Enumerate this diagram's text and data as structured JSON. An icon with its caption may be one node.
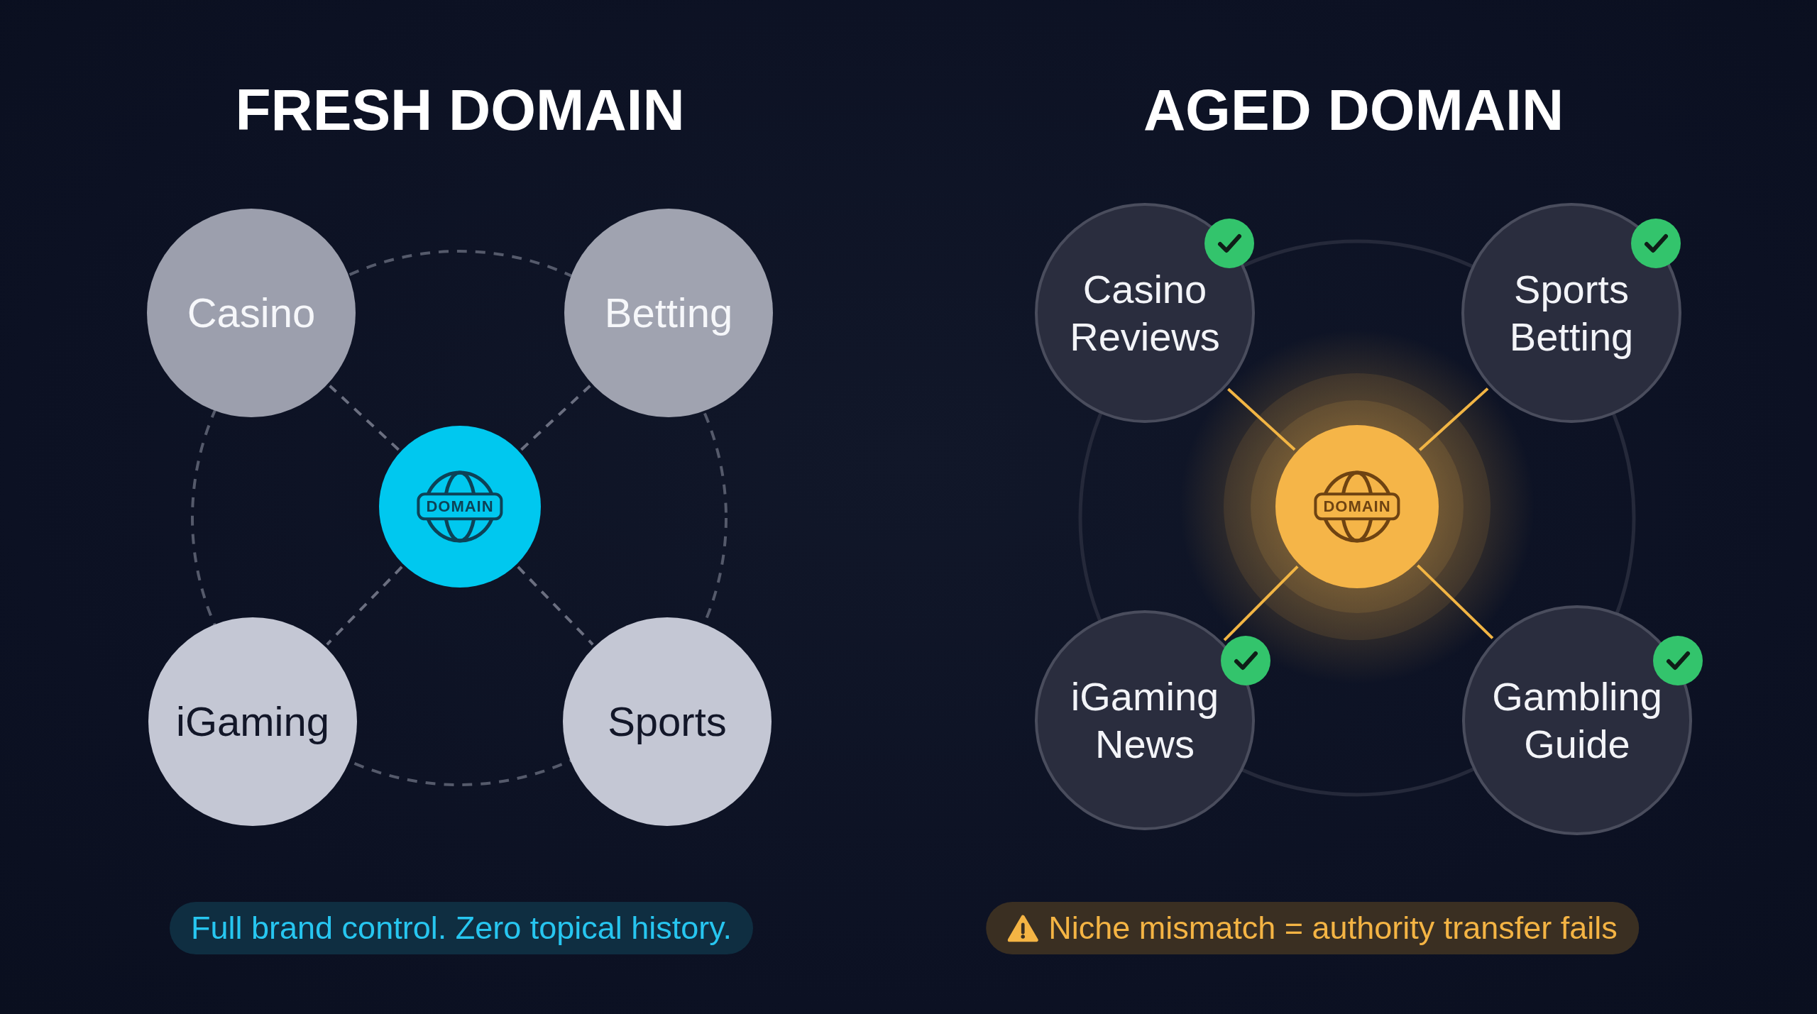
{
  "diagram": {
    "nodes": [
      {
        "text": [
          "Casino"
        ]
      },
      {
        "text": [
          "Betting"
        ]
      },
      {
        "text": [
          "DOMAIN"
        ]
      },
      {
        "text": [
          "iGaming"
        ]
      },
      {
        "text": [
          "Sports"
        ]
      },
      {
        "text": [
          "Casino Reviews"
        ]
      },
      {
        "text": [
          "Sports Betting"
        ]
      },
      {
        "text": [
          "DOMAIN"
        ]
      },
      {
        "text": [
          "iGaming News"
        ]
      },
      {
        "text": [
          "Gambling Guide"
        ]
      },
      {
        "text": [
          "Full brand control. Zero topical history."
        ]
      },
      {
        "text": [
          "Niche mismatch = authority transfer fails"
        ]
      }
    ],
    "edges": [
      {
        "from": 2,
        "to": 0,
        "arrow": "none",
        "style": "dashed",
        "color": "#6b6f80"
      },
      {
        "from": 2,
        "to": 1,
        "arrow": "none",
        "style": "dashed",
        "color": "#6b6f80"
      },
      {
        "from": 2,
        "to": 3,
        "arrow": "none",
        "style": "dashed",
        "color": "#6b6f80"
      },
      {
        "from": 2,
        "to": 4,
        "arrow": "none",
        "style": "dashed",
        "color": "#6b6f80"
      },
      {
        "from": 7,
        "to": 5,
        "arrow": "none",
        "color": "#f2b544"
      },
      {
        "from": 7,
        "to": 6,
        "arrow": "none",
        "color": "#f2b544"
      },
      {
        "from": 7,
        "to": 8,
        "arrow": "none",
        "color": "#f2b544"
      },
      {
        "from": 7,
        "to": 9,
        "arrow": "none",
        "color": "#f2b544"
      }
    ],
    "labels": [
      "FRESH DOMAIN",
      "AGED DOMAIN"
    ]
  }
}
